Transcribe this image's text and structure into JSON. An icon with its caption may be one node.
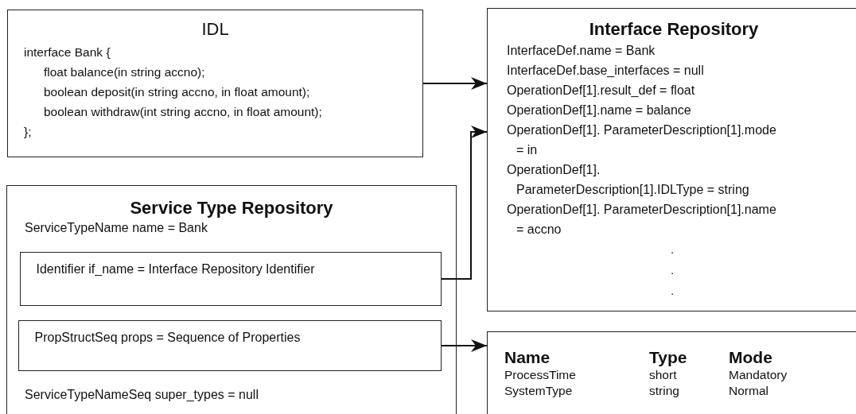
{
  "diagram": {
    "nodes": [
      {
        "text": [
          "IDL",
          "interface Bank {",
          "float balance(in string accno);",
          "boolean deposit(in string accno, in float amount);",
          "boolean withdraw(int string accno, in float amount);",
          "};"
        ]
      },
      {
        "text": [
          "Interface Repository",
          "InterfaceDef.name = Bank",
          "InterfaceDef.base_interfaces = null",
          "OperationDef[1].result_def = float",
          "OperationDef[1].name = balance",
          "OperationDef[1]. ParameterDescription[1].mode = in",
          "OperationDef[1]. ParameterDescription[1].IDLType = string",
          "OperationDef[1]. ParameterDescription[1].name = accno",
          ".",
          ".",
          "."
        ]
      },
      {
        "text": [
          "Service Type Repository",
          "ServiceTypeName name = Bank",
          "ServiceTypeNameSeq super_types = null"
        ]
      },
      {
        "text": [
          "Identifier if_name = Interface Repository Identifier"
        ],
        "in": 2
      },
      {
        "text": [
          "PropStructSeq props = Sequence of Properties"
        ],
        "in": 2
      },
      {
        "text": [
          "Name",
          "Type",
          "Mode",
          "ProcessTime",
          "short",
          "Mandatory",
          "SystemType",
          "string",
          "Normal"
        ]
      }
    ],
    "edges": [
      {
        "from": 0,
        "to": 1,
        "arrow": "to"
      },
      {
        "from": 3,
        "to": 1,
        "arrow": "to"
      },
      {
        "from": 4,
        "to": 5,
        "arrow": "to"
      }
    ]
  }
}
